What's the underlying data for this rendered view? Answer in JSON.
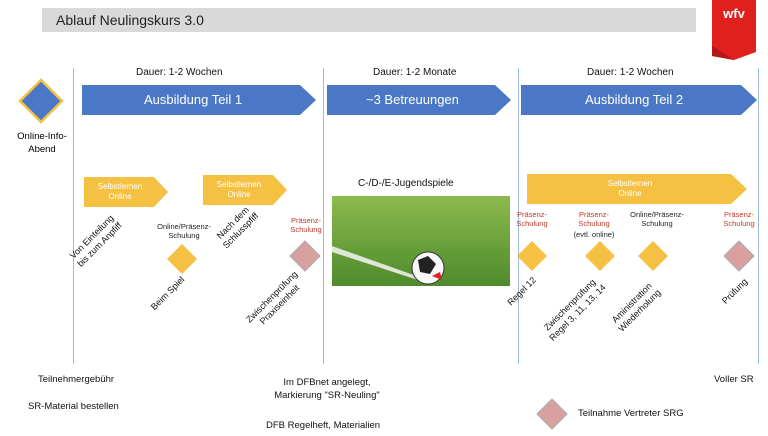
{
  "title": "Ablauf Neulingskurs 3.0",
  "logo_text": "wfv",
  "colors": {
    "blue": "#4a78c6",
    "yellow": "#f5c142",
    "pink": "#d8a1a0",
    "red": "#c0392b",
    "logo_red": "#e0201f"
  },
  "start": {
    "label": "Online-Info-\nAbend"
  },
  "phases": [
    {
      "duration": "Dauer: 1-2 Wochen",
      "label": "Ausbildung Teil 1"
    },
    {
      "duration": "Dauer: 1-2 Monate",
      "label": "~3 Betreuungen"
    },
    {
      "duration": "Dauer: 1-2 Wochen",
      "label": "Ausbildung Teil 2"
    }
  ],
  "self_study": [
    "Selbstlernen\nOnline",
    "Selbstlernen\nOnline",
    "Selbstlernen\nOnline"
  ],
  "youth_games": "C-/D-/E-Jugendspiele",
  "captions": {
    "online_praesenz_1": "Online/Präsenz-\nSchulung",
    "praesenz_1": "Präsenz-\nSchulung",
    "praesenz_2": "Präsenz-\nSchulung",
    "praesenz_evtl": "Präsenz-\nSchulung",
    "evtl_online": "(evtl. online)",
    "online_praesenz_2": "Online/Präsenz-\nSchulung",
    "praesenz_3": "Präsenz-\nSchulung"
  },
  "steps": {
    "einteilung": "Von Einteilung\nbis zum Anpfiff",
    "schlusspfiff": "Nach dem\nSchlusspfiff",
    "beim_spiel": "Beim Spiel",
    "zwischenpruefung_1": "Zwischenprüfung\nPraxiseinheit",
    "regel_12": "Regel 12",
    "zwischenpruefung_2": "Zwischenprüfung\nRegel 3, 11, 13, 14",
    "administration": "Aministration\nWiederholung",
    "pruefung": "Prüfung"
  },
  "bottom": {
    "fee": "Teilnehmergebühr",
    "material": "SR-Material bestellen",
    "dfbnet": "Im DFBnet angelegt,\nMarkierung \"SR-Neuling\"",
    "regelheft": "DFB Regelheft, Materialien",
    "voller_sr": "Voller SR",
    "legend": "Teilnahme Vertreter SRG"
  }
}
